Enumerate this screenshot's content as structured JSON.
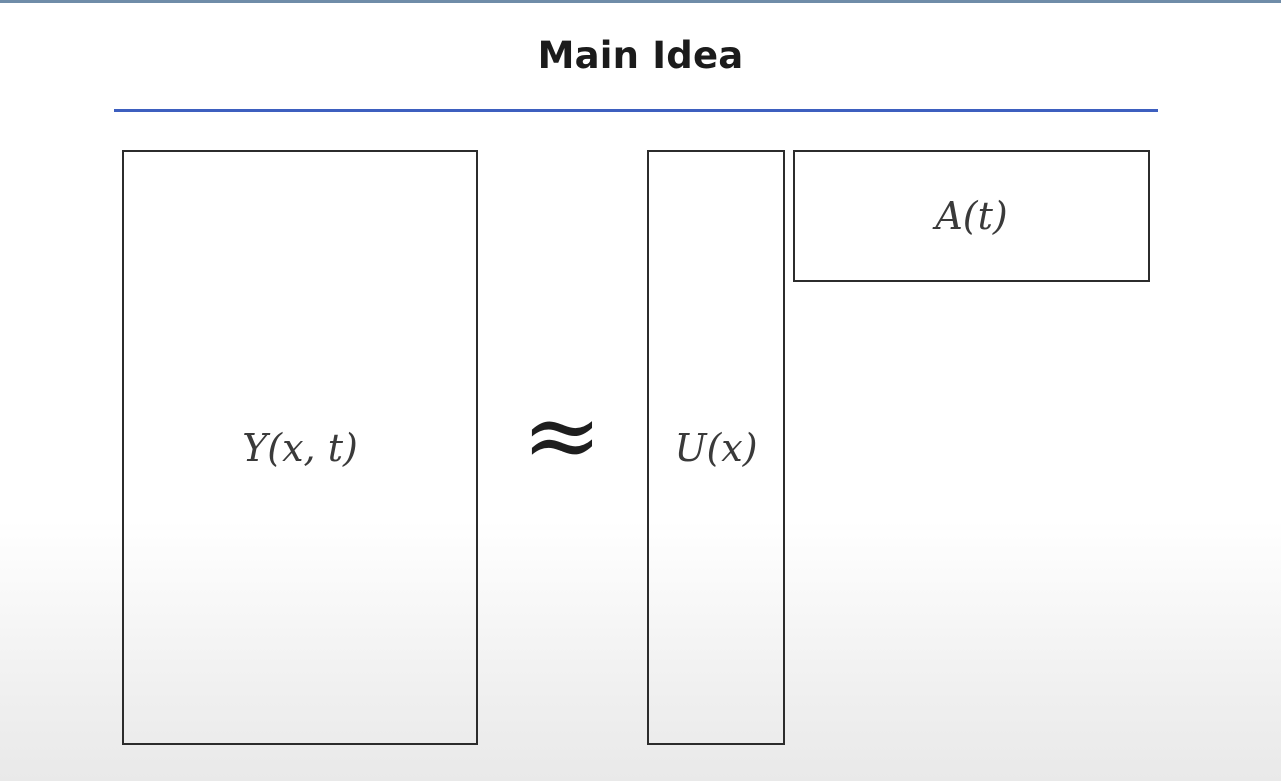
{
  "slide": {
    "title": "Main Idea"
  },
  "diagram": {
    "matrix_y_label": "Y(x, t)",
    "approx_symbol": "≈",
    "matrix_u_label": "U(x)",
    "matrix_a_label": "A(t)"
  },
  "colors": {
    "title_underline": "#3d5fbf",
    "top_rule": "#6f8ca8",
    "box_border": "#2c2c2c"
  }
}
